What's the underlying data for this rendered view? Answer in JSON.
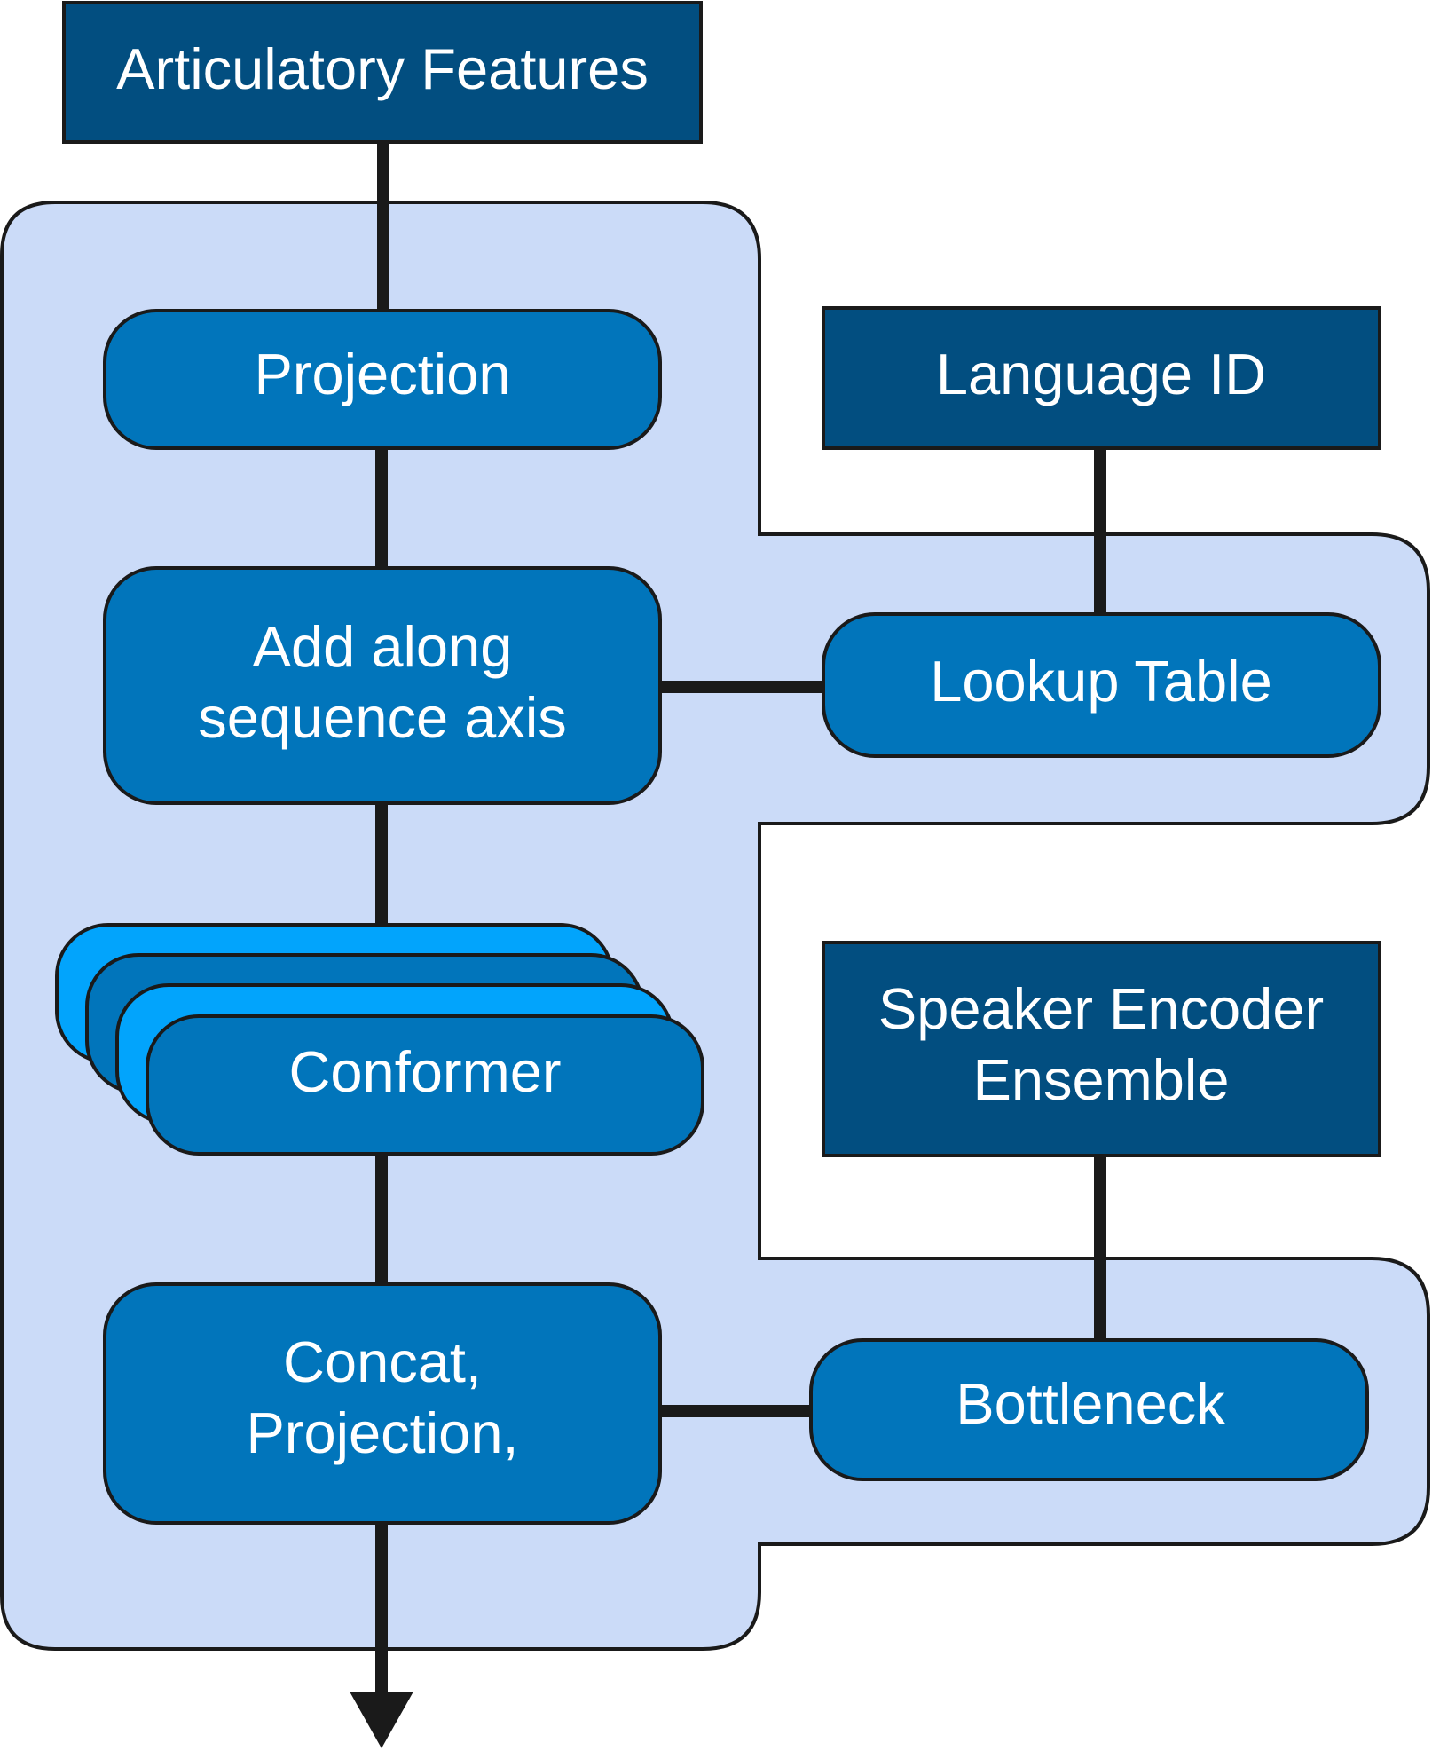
{
  "colors": {
    "background_panel": "#cbdbf8",
    "dark_box": "#024e80",
    "mid_box": "#0175bb",
    "light_box": "#02a4fc",
    "line": "#1a1a1a",
    "text": "#ffffff"
  },
  "inputs": {
    "articulatory": "Articulatory Features",
    "language_id": "Language ID",
    "speaker_line1": "Speaker Encoder",
    "speaker_line2": "Ensemble"
  },
  "blocks": {
    "projection": "Projection",
    "add_line1": "Add along",
    "add_line2": "sequence axis",
    "lookup": "Lookup Table",
    "conformer": "Conformer",
    "concat_line1": "Concat,",
    "concat_line2": "Projection,",
    "bottleneck": "Bottleneck"
  }
}
